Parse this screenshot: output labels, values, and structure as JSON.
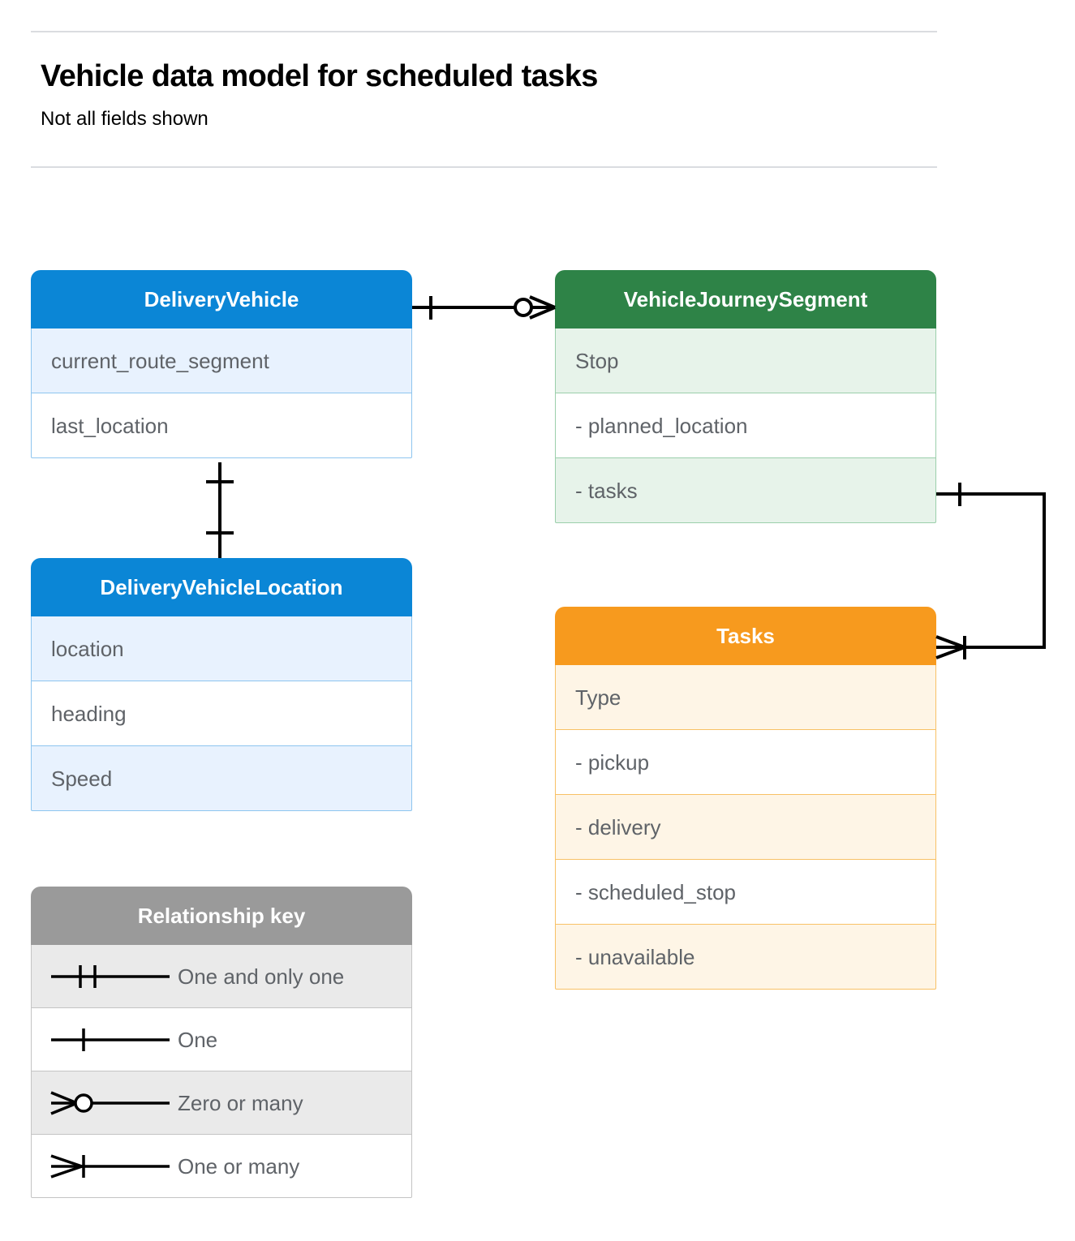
{
  "header": {
    "title": "Vehicle data model for scheduled tasks",
    "subtitle": "Not all fields shown"
  },
  "colors": {
    "blue": "#0b86d6",
    "blue_tint": "#e8f2fe",
    "blue_border": "#8ec5ef",
    "green": "#2e8347",
    "green_tint": "#e7f3ea",
    "green_border": "#9bcfab",
    "orange": "#f79a1e",
    "orange_tint": "#fef5e6",
    "orange_border": "#f8c166",
    "gray": "#9a9a9a",
    "gray_tint": "#eaeaea",
    "text": "#5f6368",
    "line": "#000000",
    "rule": "#dadce0"
  },
  "entities": [
    {
      "name": "DeliveryVehicle",
      "theme": "blue",
      "rows": [
        {
          "label": "current_route_segment",
          "tint": true
        },
        {
          "label": "last_location",
          "tint": false
        }
      ]
    },
    {
      "name": "VehicleJourneySegment",
      "theme": "green",
      "rows": [
        {
          "label": "Stop",
          "tint": true
        },
        {
          "label": "-  planned_location",
          "tint": false
        },
        {
          "label": "- tasks",
          "tint": true
        }
      ]
    },
    {
      "name": "DeliveryVehicleLocation",
      "theme": "blue",
      "rows": [
        {
          "label": "location",
          "tint": true
        },
        {
          "label": "heading",
          "tint": false
        },
        {
          "label": "Speed",
          "tint": true
        }
      ]
    },
    {
      "name": "Tasks",
      "theme": "orange",
      "rows": [
        {
          "label": "Type",
          "tint": true
        },
        {
          "label": "-  pickup",
          "tint": false
        },
        {
          "label": "-  delivery",
          "tint": true
        },
        {
          "label": "-  scheduled_stop",
          "tint": false
        },
        {
          "label": "-  unavailable",
          "tint": true
        }
      ]
    }
  ],
  "legend": {
    "title": "Relationship key",
    "items": [
      {
        "label": "One and only one",
        "symbol": "one-and-only-one-symbol",
        "tint": true
      },
      {
        "label": "One",
        "symbol": "one-symbol",
        "tint": false
      },
      {
        "label": "Zero or many",
        "symbol": "zero-or-many-symbol",
        "tint": true
      },
      {
        "label": "One or many",
        "symbol": "one-or-many-symbol",
        "tint": false
      }
    ]
  },
  "relationships": [
    {
      "from": "DeliveryVehicle",
      "to": "VehicleJourneySegment",
      "from_cardinality": "One",
      "to_cardinality": "Zero or many"
    },
    {
      "from": "DeliveryVehicle",
      "to": "DeliveryVehicleLocation",
      "from_cardinality": "One",
      "to_cardinality": "One"
    },
    {
      "from": "VehicleJourneySegment.tasks",
      "to": "Tasks",
      "from_cardinality": "One",
      "to_cardinality": "One or many"
    }
  ]
}
